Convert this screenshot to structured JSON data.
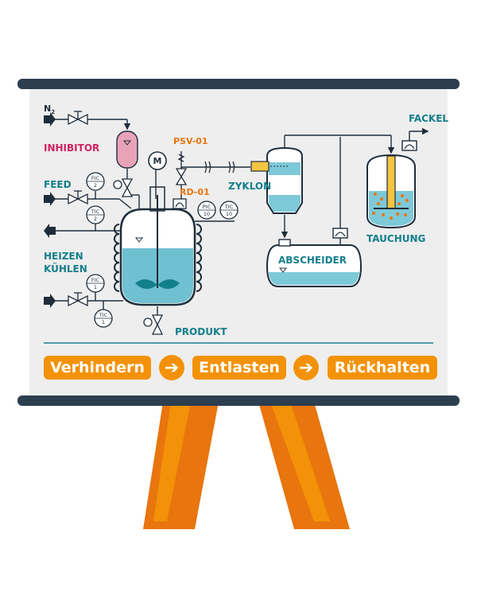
{
  "diagram": {
    "gas_label": "N",
    "gas_subscript": "2",
    "inhibitor_label": "INHIBITOR",
    "feed_label": "FEED",
    "heat_label": "HEIZEN",
    "cool_label": "KÜHLEN",
    "motor_label": "M",
    "psv_label": "PSV-01",
    "rd_label": "RD-01",
    "cyclone_label": "ZYKLON",
    "separator_label": "ABSCHEIDER",
    "quench_label": "TAUCHUNG",
    "flare_label": "FACKEL",
    "product_label": "PRODUKT",
    "instruments": {
      "fic_top": [
        "FIC",
        "2"
      ],
      "tic_top": [
        "TIC",
        "2"
      ],
      "pic": [
        "PIC",
        "10"
      ],
      "tic_mid": [
        "TIC",
        "10"
      ],
      "fic_bottom": [
        "FIC",
        "1"
      ],
      "tic_bottom": [
        "TIC",
        "1"
      ]
    }
  },
  "flow": {
    "step1": "Verhindern",
    "step2": "Entlasten",
    "step3": "Rückhalten",
    "arrow": "➔"
  },
  "colors": {
    "board": "#eeeeee",
    "rail": "#2c3e50",
    "accent": "#f39208",
    "teal": "#137f8c",
    "water": "#7ec9d8"
  }
}
